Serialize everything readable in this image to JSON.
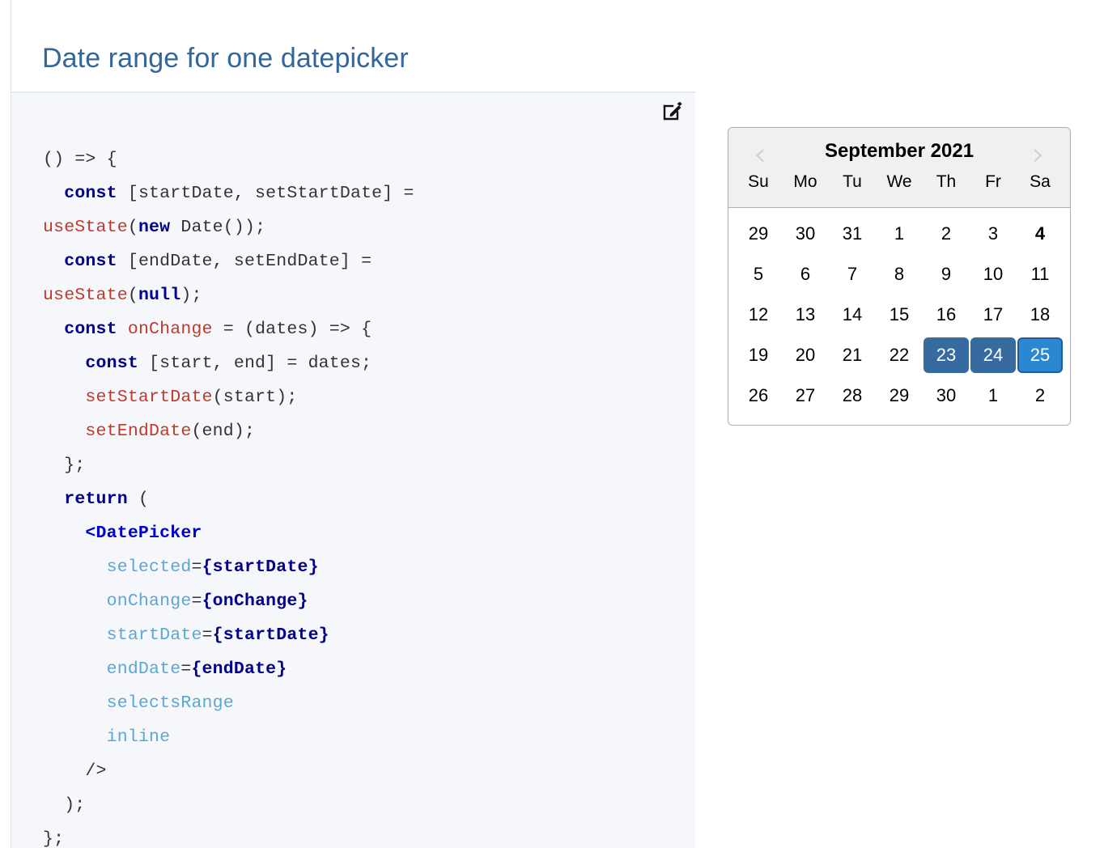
{
  "page": {
    "title": "Date range for one datepicker"
  },
  "code_panel": {
    "edit_icon": "edit-pencil-icon",
    "language": "jsx",
    "lines": [
      [
        {
          "t": "() => {",
          "c": "plain"
        }
      ],
      [
        {
          "t": "  ",
          "c": "plain"
        },
        {
          "t": "const",
          "c": "kw"
        },
        {
          "t": " [startDate, setStartDate] =",
          "c": "plain"
        }
      ],
      [
        {
          "t": "useState",
          "c": "fn"
        },
        {
          "t": "(",
          "c": "plain"
        },
        {
          "t": "new",
          "c": "kw"
        },
        {
          "t": " Date());",
          "c": "plain"
        }
      ],
      [
        {
          "t": "  ",
          "c": "plain"
        },
        {
          "t": "const",
          "c": "kw"
        },
        {
          "t": " [endDate, setEndDate] =",
          "c": "plain"
        }
      ],
      [
        {
          "t": "useState",
          "c": "fn"
        },
        {
          "t": "(",
          "c": "plain"
        },
        {
          "t": "null",
          "c": "kw"
        },
        {
          "t": ");",
          "c": "plain"
        }
      ],
      [
        {
          "t": "  ",
          "c": "plain"
        },
        {
          "t": "const",
          "c": "kw"
        },
        {
          "t": " ",
          "c": "plain"
        },
        {
          "t": "onChange",
          "c": "fn"
        },
        {
          "t": " = (dates) => {",
          "c": "plain"
        }
      ],
      [
        {
          "t": "    ",
          "c": "plain"
        },
        {
          "t": "const",
          "c": "kw"
        },
        {
          "t": " [start, end] = dates;",
          "c": "plain"
        }
      ],
      [
        {
          "t": "    ",
          "c": "plain"
        },
        {
          "t": "setStartDate",
          "c": "fn"
        },
        {
          "t": "(start);",
          "c": "plain"
        }
      ],
      [
        {
          "t": "    ",
          "c": "plain"
        },
        {
          "t": "setEndDate",
          "c": "fn"
        },
        {
          "t": "(end);",
          "c": "plain"
        }
      ],
      [
        {
          "t": "  };",
          "c": "plain"
        }
      ],
      [
        {
          "t": "  ",
          "c": "plain"
        },
        {
          "t": "return",
          "c": "kw"
        },
        {
          "t": " (",
          "c": "plain"
        }
      ],
      [
        {
          "t": "    <",
          "c": "tag"
        },
        {
          "t": "DatePicker",
          "c": "tag"
        }
      ],
      [
        {
          "t": "      ",
          "c": "plain"
        },
        {
          "t": "selected",
          "c": "attr"
        },
        {
          "t": "=",
          "c": "plain"
        },
        {
          "t": "{startDate}",
          "c": "val"
        }
      ],
      [
        {
          "t": "      ",
          "c": "plain"
        },
        {
          "t": "onChange",
          "c": "attr"
        },
        {
          "t": "=",
          "c": "plain"
        },
        {
          "t": "{onChange}",
          "c": "val"
        }
      ],
      [
        {
          "t": "      ",
          "c": "plain"
        },
        {
          "t": "startDate",
          "c": "attr"
        },
        {
          "t": "=",
          "c": "plain"
        },
        {
          "t": "{startDate}",
          "c": "val"
        }
      ],
      [
        {
          "t": "      ",
          "c": "plain"
        },
        {
          "t": "endDate",
          "c": "attr"
        },
        {
          "t": "=",
          "c": "plain"
        },
        {
          "t": "{endDate}",
          "c": "val"
        }
      ],
      [
        {
          "t": "      ",
          "c": "plain"
        },
        {
          "t": "selectsRange",
          "c": "attr"
        }
      ],
      [
        {
          "t": "      ",
          "c": "plain"
        },
        {
          "t": "inline",
          "c": "attr"
        }
      ],
      [
        {
          "t": "    />",
          "c": "plain"
        }
      ],
      [
        {
          "t": "  );",
          "c": "plain"
        }
      ],
      [
        {
          "t": "};",
          "c": "plain"
        }
      ]
    ]
  },
  "datepicker": {
    "month_label": "September 2021",
    "prev_icon": "chevron-left-icon",
    "next_icon": "chevron-right-icon",
    "daynames": [
      "Su",
      "Mo",
      "Tu",
      "We",
      "Th",
      "Fr",
      "Sa"
    ],
    "weeks": [
      [
        {
          "d": "29",
          "state": "outside"
        },
        {
          "d": "30",
          "state": "outside"
        },
        {
          "d": "31",
          "state": "outside"
        },
        {
          "d": "1",
          "state": "normal"
        },
        {
          "d": "2",
          "state": "normal"
        },
        {
          "d": "3",
          "state": "normal"
        },
        {
          "d": "4",
          "state": "today"
        }
      ],
      [
        {
          "d": "5",
          "state": "normal"
        },
        {
          "d": "6",
          "state": "normal"
        },
        {
          "d": "7",
          "state": "normal"
        },
        {
          "d": "8",
          "state": "normal"
        },
        {
          "d": "9",
          "state": "normal"
        },
        {
          "d": "10",
          "state": "normal"
        },
        {
          "d": "11",
          "state": "normal"
        }
      ],
      [
        {
          "d": "12",
          "state": "normal"
        },
        {
          "d": "13",
          "state": "normal"
        },
        {
          "d": "14",
          "state": "normal"
        },
        {
          "d": "15",
          "state": "normal"
        },
        {
          "d": "16",
          "state": "normal"
        },
        {
          "d": "17",
          "state": "normal"
        },
        {
          "d": "18",
          "state": "normal"
        }
      ],
      [
        {
          "d": "19",
          "state": "normal"
        },
        {
          "d": "20",
          "state": "normal"
        },
        {
          "d": "21",
          "state": "normal"
        },
        {
          "d": "22",
          "state": "normal"
        },
        {
          "d": "23",
          "state": "in-range"
        },
        {
          "d": "24",
          "state": "in-range"
        },
        {
          "d": "25",
          "state": "sel-end"
        }
      ],
      [
        {
          "d": "26",
          "state": "normal"
        },
        {
          "d": "27",
          "state": "normal"
        },
        {
          "d": "28",
          "state": "normal"
        },
        {
          "d": "29",
          "state": "normal"
        },
        {
          "d": "30",
          "state": "normal"
        },
        {
          "d": "1",
          "state": "outside"
        },
        {
          "d": "2",
          "state": "outside"
        }
      ]
    ],
    "selected_range": {
      "start": "2021-09-23",
      "end": "2021-09-25"
    },
    "today": "2021-09-04"
  },
  "colors": {
    "title_blue": "#336699",
    "code_bg": "#f5f7fa",
    "keyword": "#00008b",
    "function": "#c0392b",
    "jsx_attr": "#5ba7d4",
    "range_fill": "#376a9e",
    "selected_fill": "#2a87d0",
    "selected_border": "#1f5da0",
    "dp_header_bg": "#f0f0f0",
    "dp_border": "#aeaeae"
  }
}
